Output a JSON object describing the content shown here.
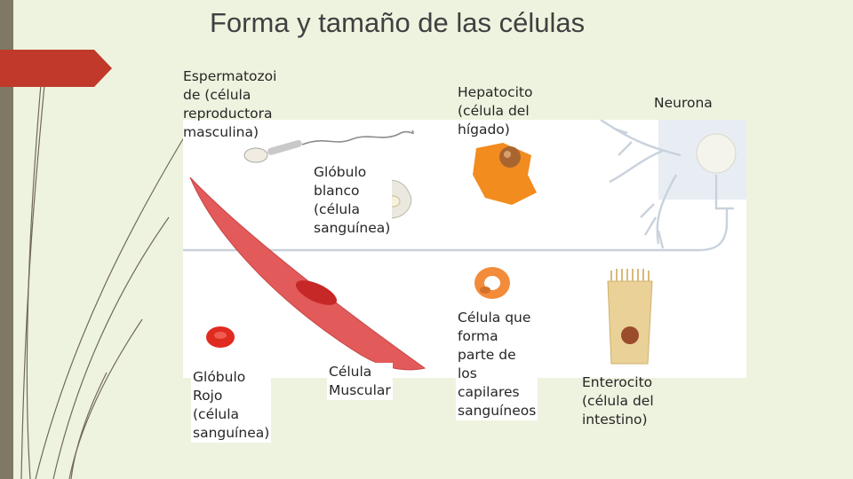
{
  "slide": {
    "title": "Forma y tamaño de las células",
    "colors": {
      "background": "#eef3df",
      "accent": "#c0392b",
      "left_bar": "#7f7862",
      "stems": "#6f6a56"
    }
  },
  "labels": {
    "espermatozoide": "Espermatozoi\nde (célula\nreproductora\nmasculina)",
    "hepatocito": "Hepatocito\n(célula del\nhígado)",
    "neurona": "Neurona",
    "globulo_blanco": "Glóbulo\nblanco\n(célula\nsanguínea)",
    "globulo_rojo": "Glóbulo\nRojo\n(célula\nsanguínea)",
    "celula_muscular": "Célula\nMuscular",
    "capilares": "Célula que\nforma\nparte de\nlos\ncapilares\nsanguíneos",
    "enterocito": "Enterocito\n(célula del\nintestino)"
  },
  "icons": [
    "sperm-cell",
    "hepatocyte-cell",
    "neuron-cell",
    "white-blood-cell",
    "red-blood-cell",
    "muscle-cell",
    "capillary-cell",
    "enterocyte-cell"
  ]
}
